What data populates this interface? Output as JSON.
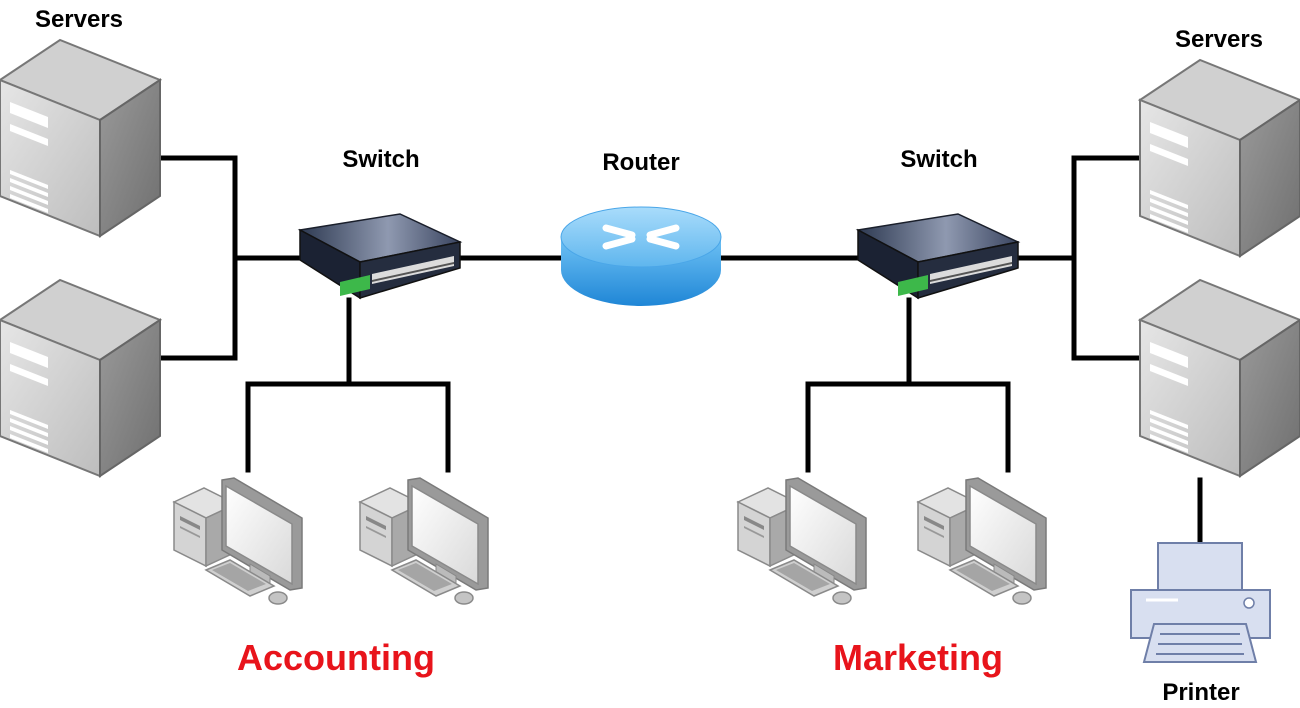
{
  "labels": {
    "servers_left": "Servers",
    "servers_right": "Servers",
    "switch_left": "Switch",
    "switch_right": "Switch",
    "router": "Router",
    "printer": "Printer"
  },
  "groups": {
    "left": "Accounting",
    "right": "Marketing"
  },
  "colors": {
    "group_label": "#e8141b",
    "wire": "#000000",
    "router": "#3a9be0"
  },
  "icons": {
    "server": "server-tower-icon",
    "switch": "network-switch-icon",
    "router": "router-icon",
    "workstation": "desktop-computer-icon",
    "printer": "printer-icon"
  }
}
